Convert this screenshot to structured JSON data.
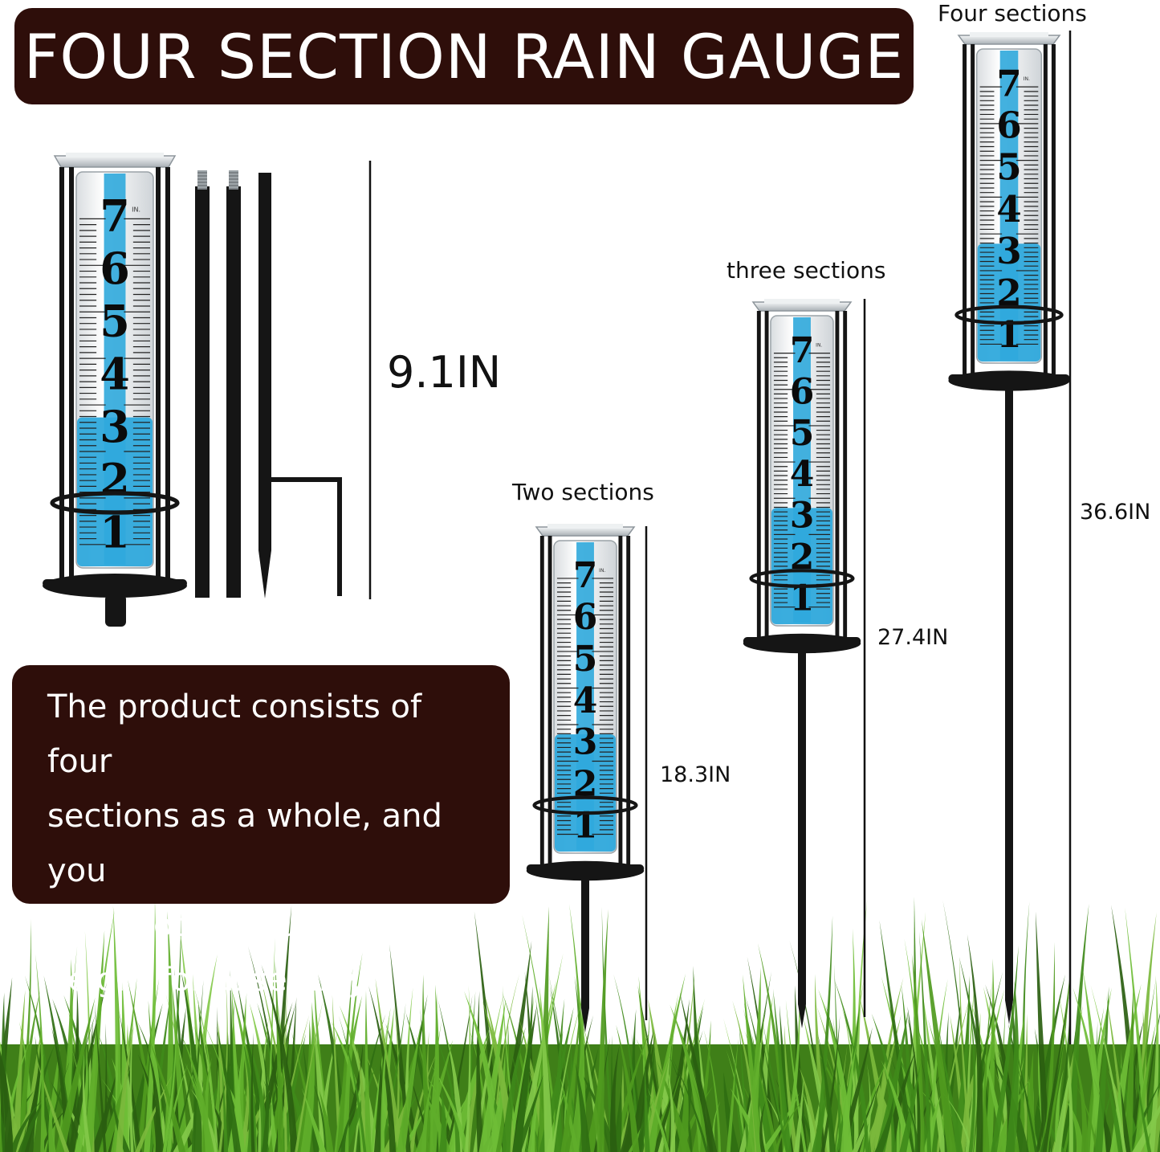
{
  "title": "FOUR SECTION RAIN GAUGE",
  "description": "The product consists of four sections as a whole, and you can choose your preferred height for assembly.",
  "description_lines": [
    "The product consists of four",
    "sections as a whole, and you",
    "can choose your preferred",
    "height for assembly."
  ],
  "gauge_scale": [
    "7",
    "6",
    "5",
    "4",
    "3",
    "2",
    "1"
  ],
  "gauge_unit": "IN.",
  "parts_height": "9.1IN",
  "variants": [
    {
      "label": "Two sections",
      "height": "18.3IN"
    },
    {
      "label": "three sections",
      "height": "27.4IN"
    },
    {
      "label": "Four sections",
      "height": "36.6IN"
    }
  ],
  "colors": {
    "banner": "#2e0e0a",
    "water": "#2fa9dc",
    "frame": "#151515",
    "grass": "#4f9a1e"
  }
}
